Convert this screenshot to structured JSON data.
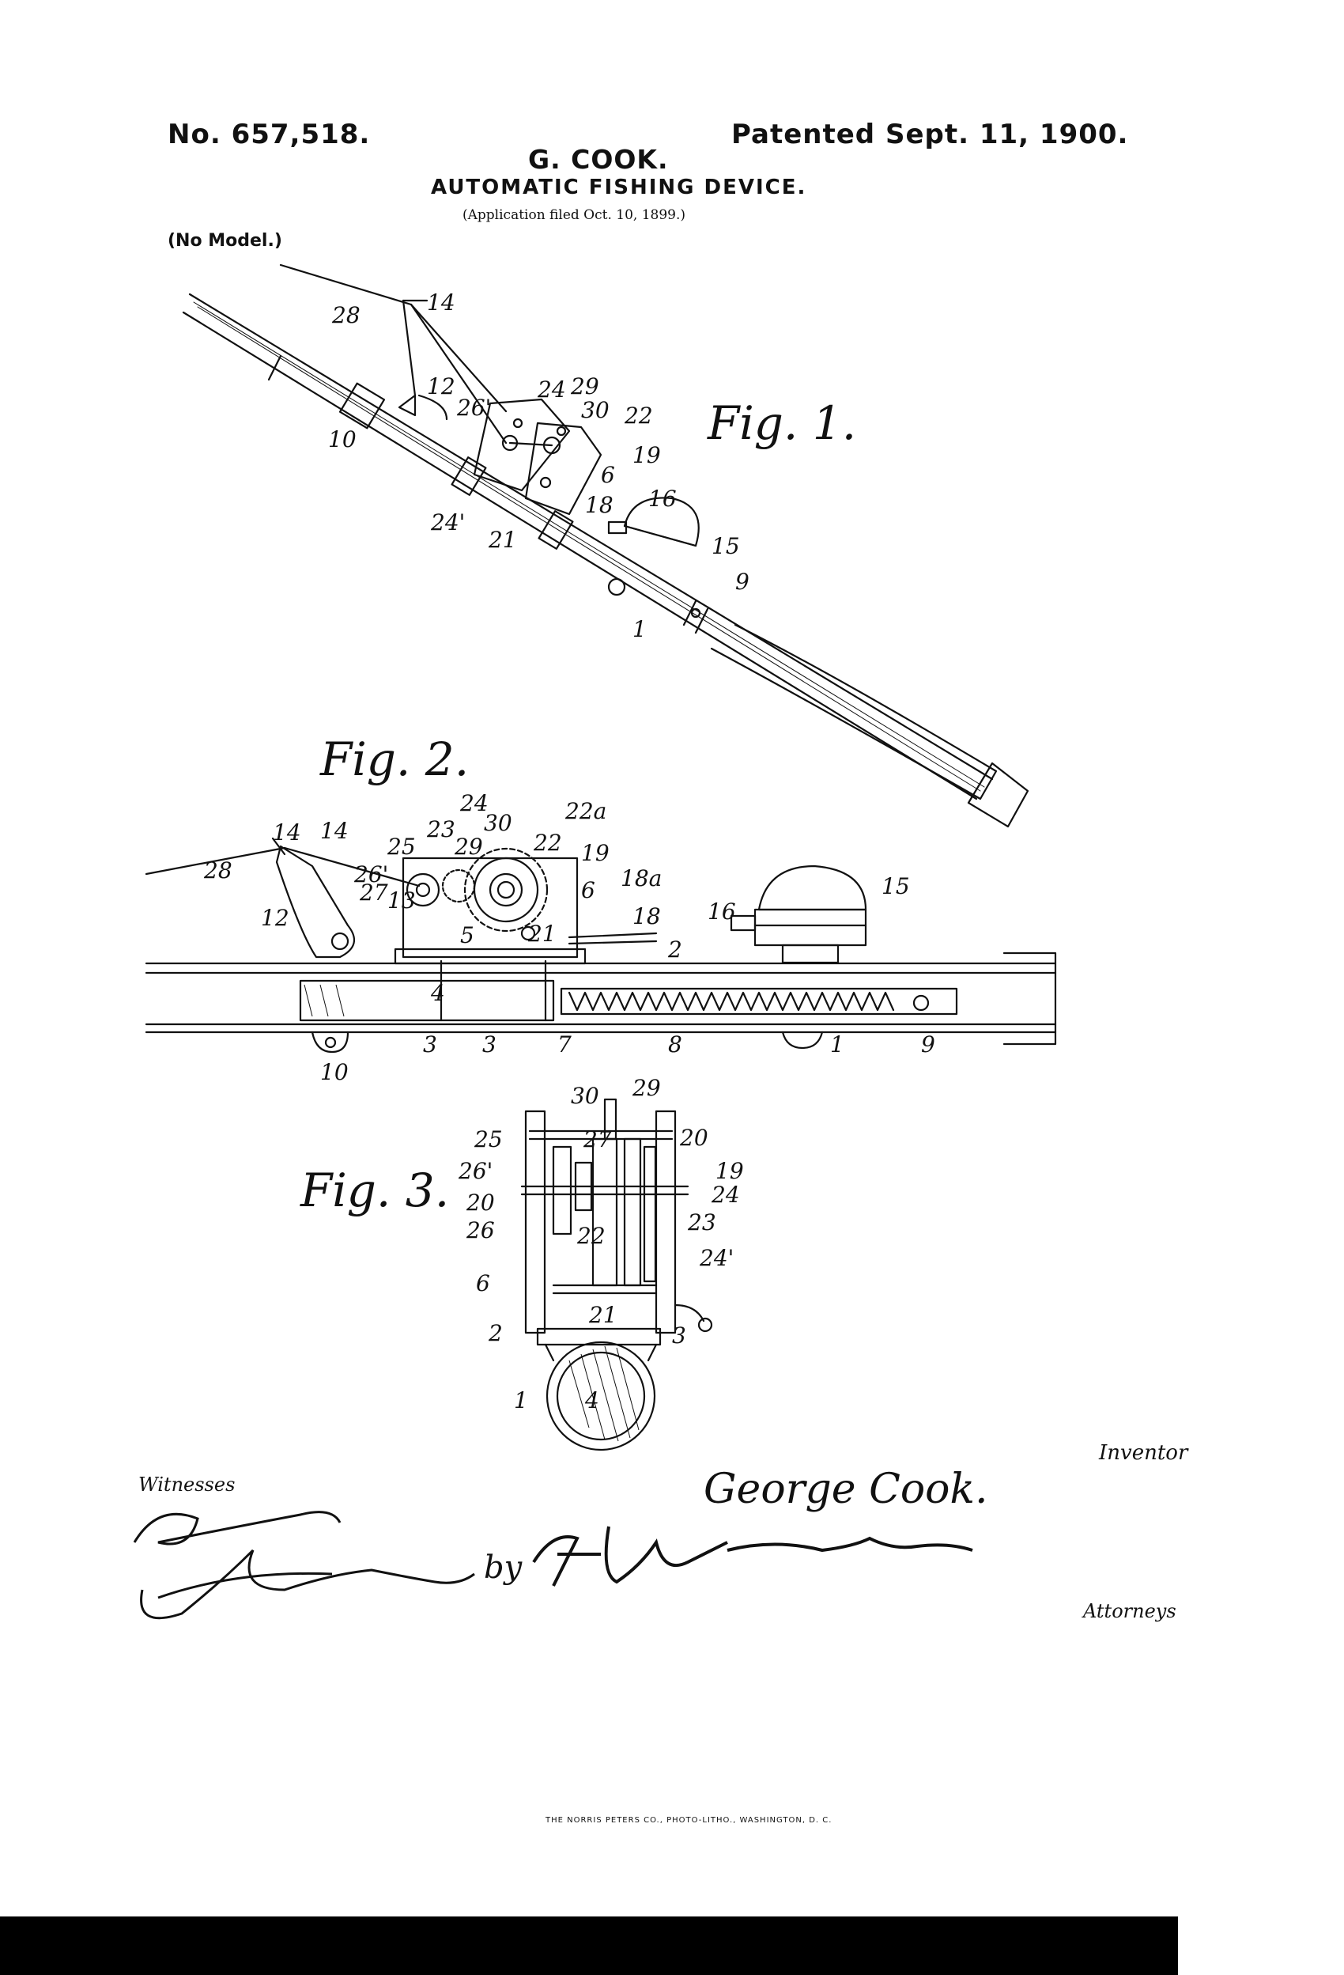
{
  "header": {
    "patent_number": "No. 657,518.",
    "patent_date": "Patented Sept. 11, 1900.",
    "inventor": "G. COOK.",
    "title": "AUTOMATIC FISHING DEVICE.",
    "filed": "(Application filed Oct. 10, 1899.)",
    "model": "(No Model.)"
  },
  "figures": {
    "fig1": "Fig. 1.",
    "fig2": "Fig. 2.",
    "fig3": "Fig. 3."
  },
  "fig1_labels": [
    "28",
    "14",
    "12",
    "26'",
    "10",
    "24",
    "29",
    "30",
    "22",
    "19",
    "6",
    "18",
    "16",
    "24'",
    "21",
    "15",
    "9",
    "1"
  ],
  "fig2_labels": [
    "14",
    "14",
    "24",
    "23",
    "30",
    "22a",
    "25",
    "29",
    "22",
    "19",
    "28",
    "26'",
    "27",
    "13",
    "6",
    "18a",
    "12",
    "5",
    "21",
    "18",
    "16",
    "15",
    "2",
    "4",
    "3",
    "3",
    "7",
    "8",
    "1",
    "9",
    "10"
  ],
  "fig3_labels": [
    "30",
    "29",
    "25",
    "27",
    "20",
    "26'",
    "19",
    "20",
    "24",
    "26",
    "22",
    "23",
    "24'",
    "6",
    "21",
    "2",
    "3",
    "1",
    "4"
  ],
  "signatures": {
    "inventor_caption": "Inventor",
    "inventor_signature": "George Cook.",
    "witnesses_caption": "Witnesses",
    "by": "by",
    "attorneys_caption": "Attorneys"
  },
  "footer": {
    "credit": "THE NORRIS PETERS CO., PHOTO-LITHO., WASHINGTON, D. C."
  }
}
